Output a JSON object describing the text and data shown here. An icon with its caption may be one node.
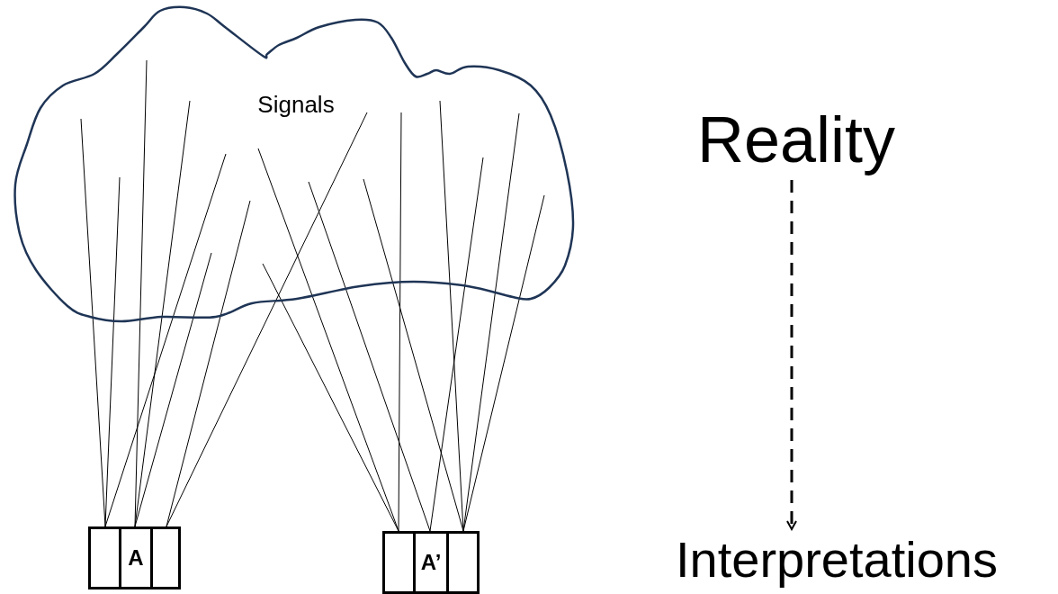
{
  "diagram": {
    "nodes": [
      {
        "text": [
          "Signals"
        ]
      },
      {
        "text": [
          "Reality"
        ]
      },
      {
        "text": [],
        "shape": "box"
      },
      {
        "text": [
          "A"
        ]
      },
      {
        "text": [],
        "shape": "box"
      },
      {
        "text": [],
        "shape": "box"
      },
      {
        "text": [
          "A’"
        ]
      },
      {
        "text": [],
        "shape": "box"
      },
      {
        "text": [
          "Interpretations"
        ]
      }
    ],
    "edges": [
      {
        "from": 0,
        "to": 2,
        "arrow": "none"
      },
      {
        "from": 0,
        "to": 2,
        "arrow": "none"
      },
      {
        "from": 0,
        "to": 2,
        "arrow": "none"
      },
      {
        "from": 0,
        "to": 3,
        "arrow": "none"
      },
      {
        "from": 0,
        "to": 3,
        "arrow": "none"
      },
      {
        "from": 0,
        "to": 3,
        "arrow": "none"
      },
      {
        "from": 0,
        "to": 4,
        "arrow": "none"
      },
      {
        "from": 0,
        "to": 4,
        "arrow": "none"
      },
      {
        "from": 0,
        "to": 5,
        "arrow": "none"
      },
      {
        "from": 0,
        "to": 5,
        "arrow": "none"
      },
      {
        "from": 0,
        "to": 5,
        "arrow": "none"
      },
      {
        "from": 0,
        "to": 6,
        "arrow": "none"
      },
      {
        "from": 0,
        "to": 6,
        "arrow": "none"
      },
      {
        "from": 0,
        "to": 7,
        "arrow": "none"
      },
      {
        "from": 0,
        "to": 7,
        "arrow": "none"
      },
      {
        "from": 0,
        "to": 7,
        "arrow": "none"
      },
      {
        "from": 0,
        "to": 7,
        "arrow": "none"
      },
      {
        "from": 1,
        "to": 8,
        "arrow": "to",
        "style": "dashed"
      }
    ]
  }
}
